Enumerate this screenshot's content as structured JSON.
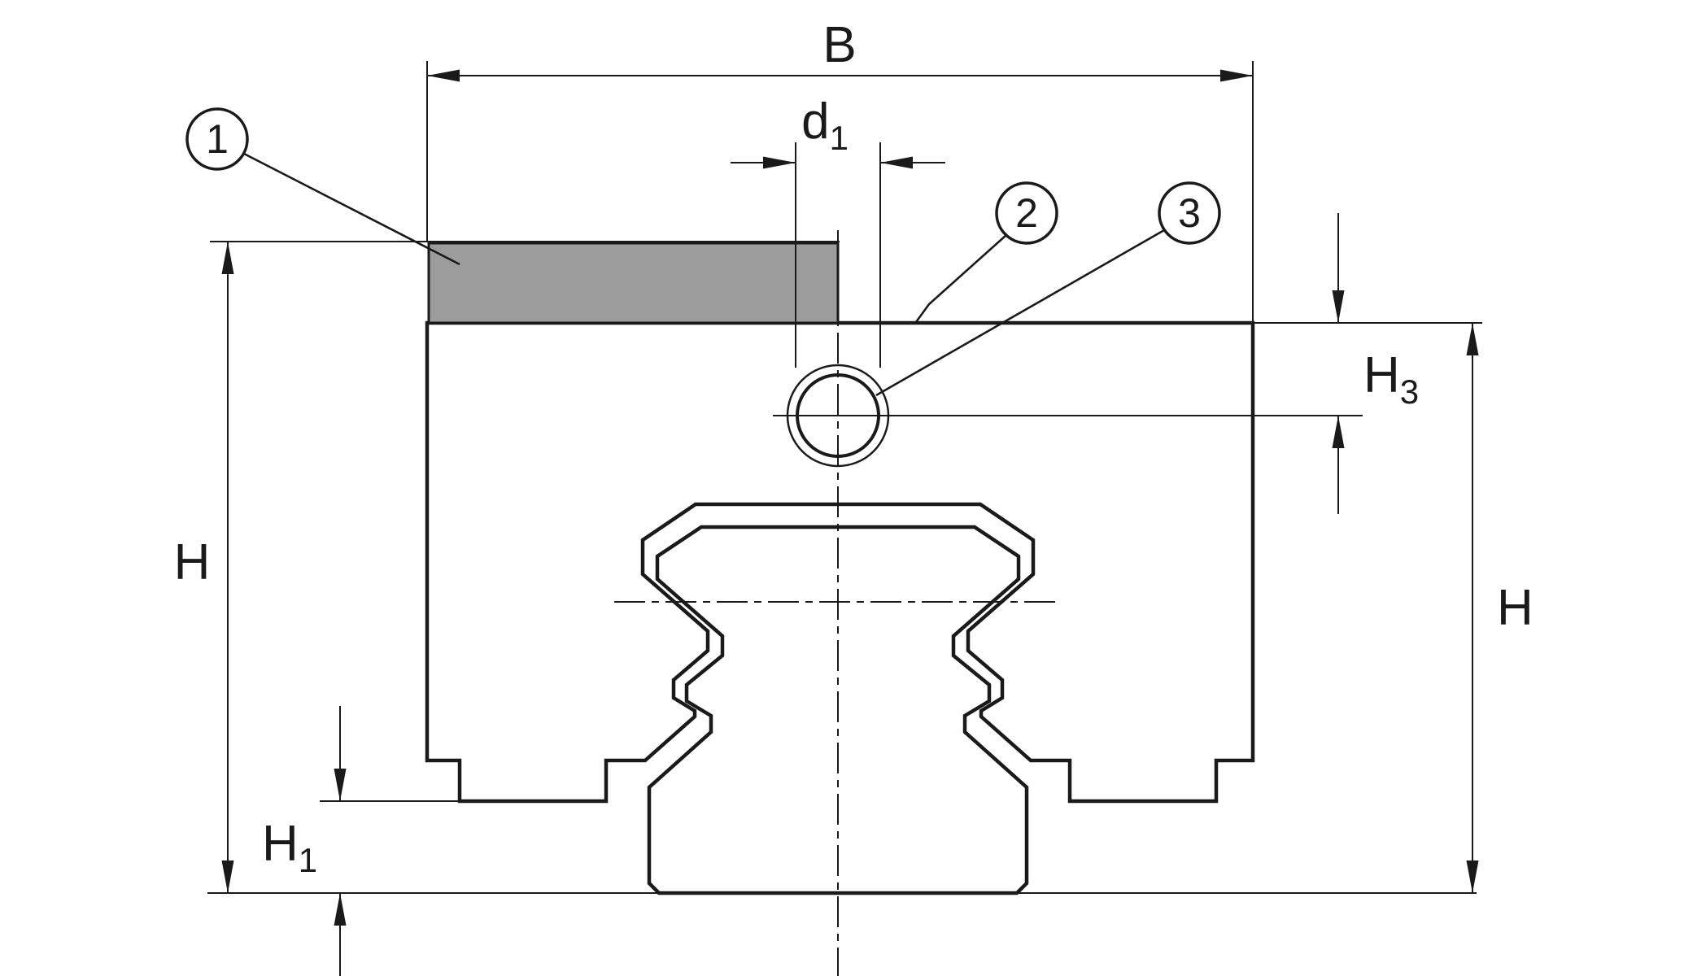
{
  "drawing": {
    "dimensions": {
      "B": "B",
      "d1": {
        "base": "d",
        "sub": "1"
      },
      "H_left": "H",
      "H_right": "H",
      "H1": {
        "base": "H",
        "sub": "1"
      },
      "H3": {
        "base": "H",
        "sub": "3"
      }
    },
    "callouts": {
      "c1": "1",
      "c2": "2",
      "c3": "3"
    },
    "colors": {
      "line": "#1a1a1a",
      "part1_fill": "#9c9c9c",
      "background": "#ffffff"
    }
  }
}
